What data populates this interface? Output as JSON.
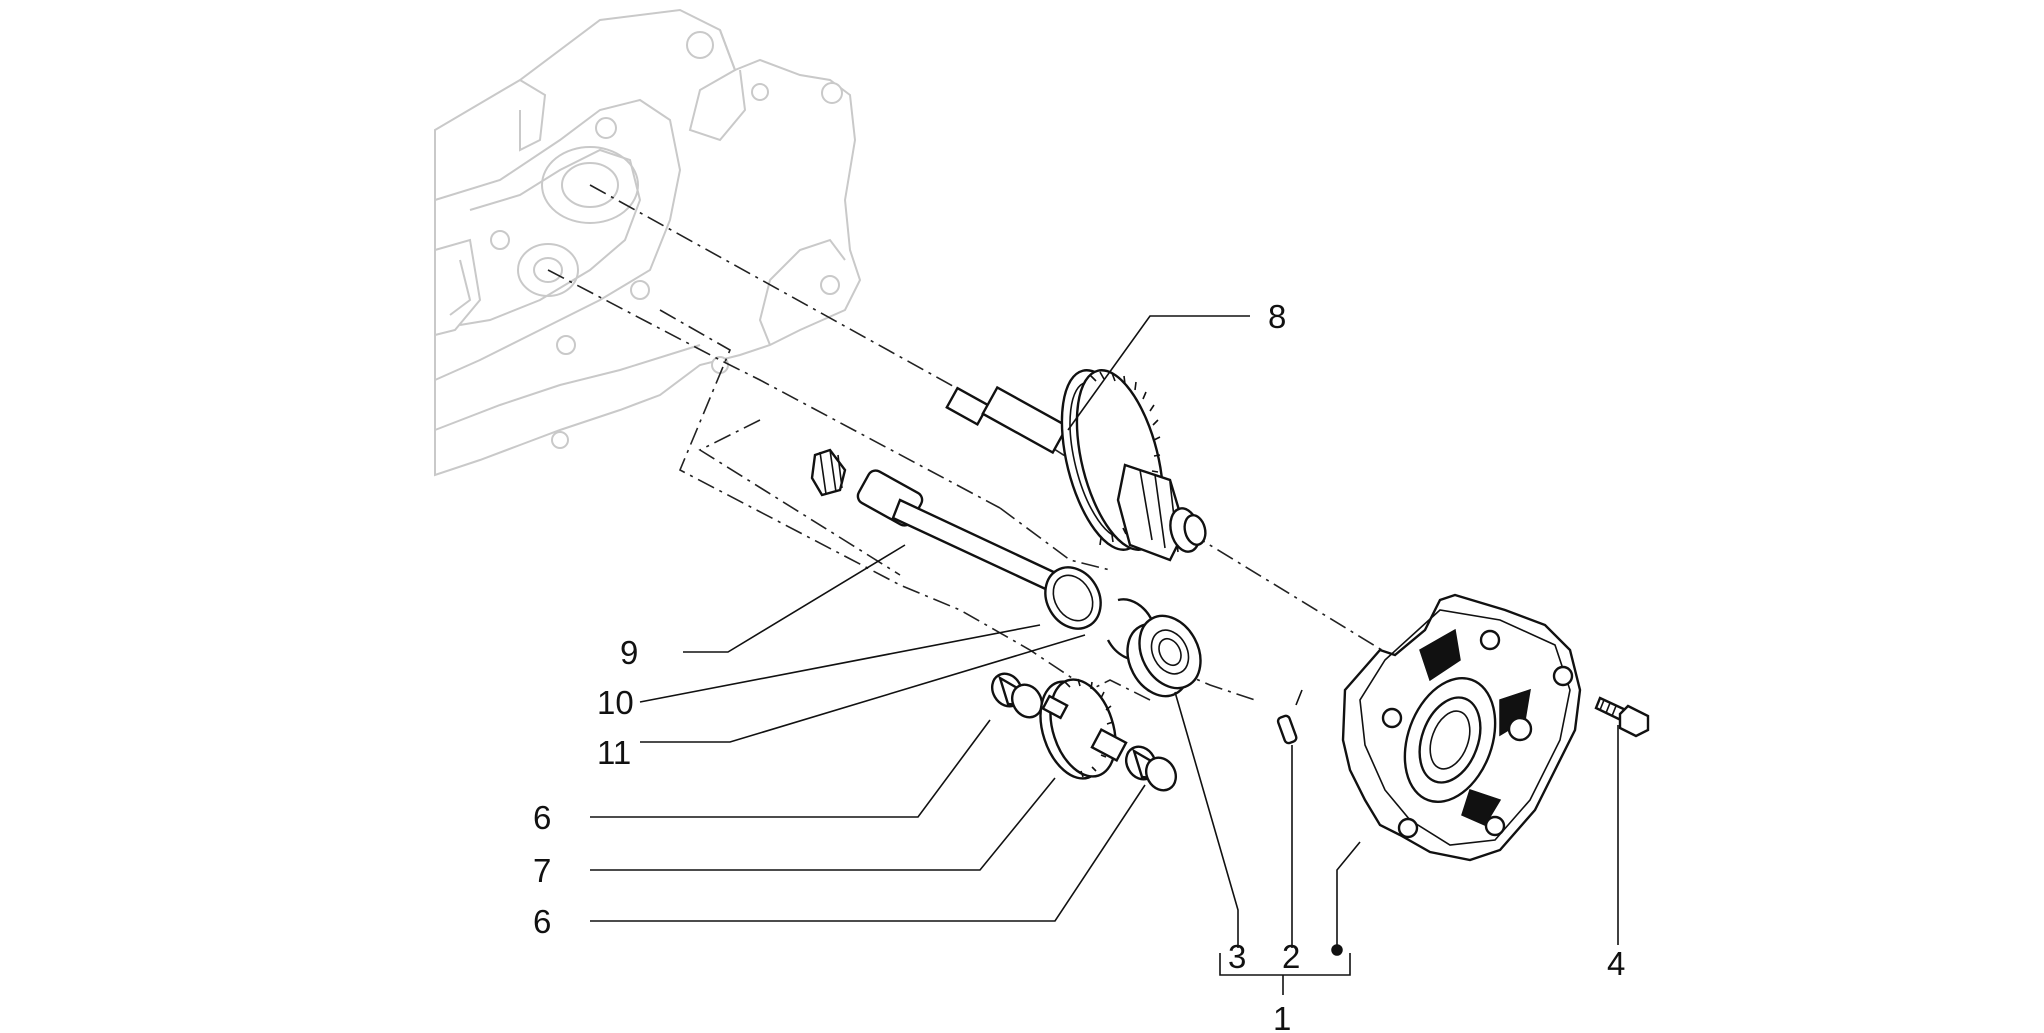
{
  "diagram": {
    "callouts": {
      "c1": "1",
      "c2": "2",
      "c3": "3",
      "c4": "4",
      "c6a": "6",
      "c6b": "6",
      "c7": "7",
      "c8": "8",
      "c9": "9",
      "c10": "10",
      "c11": "11"
    }
  }
}
